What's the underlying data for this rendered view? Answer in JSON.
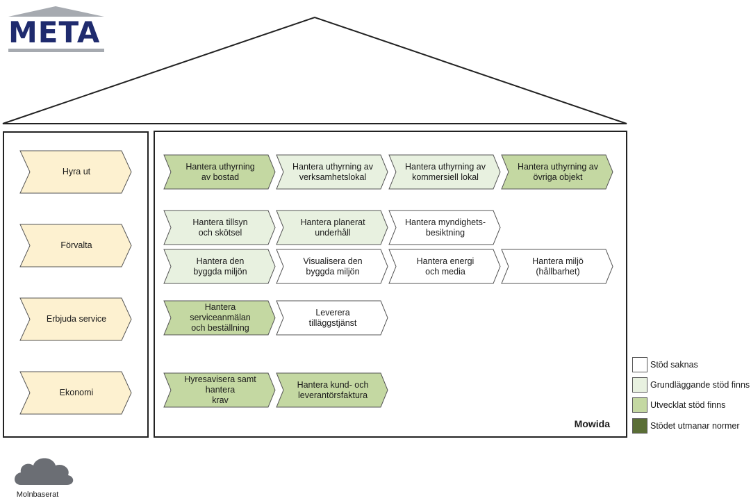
{
  "logo": {
    "text": "META"
  },
  "colors": {
    "none": "#ffffff",
    "basic": "#e8f1e0",
    "developed": "#c4d8a2",
    "challenges": "#5a6e36",
    "category": "#fdf1d0",
    "stroke": "#555555"
  },
  "categories": [
    {
      "label": "Hyra ut"
    },
    {
      "label": "Förvalta"
    },
    {
      "label": "Erbjuda service"
    },
    {
      "label": "Ekonomi"
    }
  ],
  "processes": [
    {
      "label": "Hantera uthyrning\nav bostad",
      "level": "developed"
    },
    {
      "label": "Hantera uthyrning av\nverksamhetslokal",
      "level": "basic"
    },
    {
      "label": "Hantera uthyrning av\nkommersiell lokal",
      "level": "basic"
    },
    {
      "label": "Hantera uthyrning av\növriga objekt",
      "level": "developed"
    },
    {
      "label": "Hantera tillsyn\noch skötsel",
      "level": "basic"
    },
    {
      "label": "Hantera planerat\nunderhåll",
      "level": "basic"
    },
    {
      "label": "Hantera myndighets-\nbesiktning",
      "level": "none"
    },
    {
      "label": "Hantera den\nbyggda miljön",
      "level": "basic"
    },
    {
      "label": "Visualisera den\nbyggda miljön",
      "level": "none"
    },
    {
      "label": "Hantera energi\noch media",
      "level": "none"
    },
    {
      "label": "Hantera miljö\n(hållbarhet)",
      "level": "none"
    },
    {
      "label": "Hantera serviceanmälan\noch beställning",
      "level": "developed"
    },
    {
      "label": "Leverera\ntilläggstjänst",
      "level": "none"
    },
    {
      "label": "Hyresavisera samt hantera\nkrav",
      "level": "developed"
    },
    {
      "label": "Hantera kund- och\nleverantörsfaktura",
      "level": "developed"
    }
  ],
  "system_name": "Mowida",
  "legend": [
    {
      "label": "Stöd saknas",
      "level": "none"
    },
    {
      "label": "Grundläggande stöd finns",
      "level": "basic"
    },
    {
      "label": "Utvecklat stöd finns",
      "level": "developed"
    },
    {
      "label": "Stödet utmanar normer",
      "level": "challenges"
    }
  ],
  "cloud": {
    "label": "Molnbaserat",
    "icon": "cloud-icon"
  }
}
